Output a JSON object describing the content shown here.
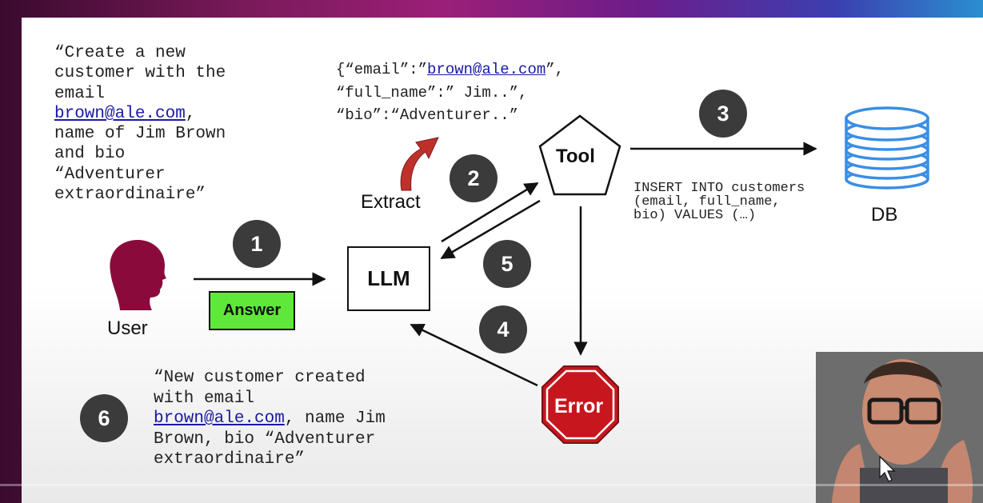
{
  "prompt_quote": {
    "line1": "“Create a new",
    "line2": "customer with the",
    "line3": "email",
    "email": "brown@ale.com",
    "line4_suffix": ",",
    "line5": "name of Jim Brown",
    "line6": "and bio",
    "line7": "“Adventurer",
    "line8": "extraordinaire”"
  },
  "json_payload": {
    "line1_prefix": "{“email”:”",
    "email": "brown@ale.com",
    "line1_suffix": "”,",
    "line2": "“full_name”:” Jim..”,",
    "line3": "“bio”:“Adventurer..”"
  },
  "sql_text": {
    "line1": "INSERT INTO customers",
    "line2": "(email, full_name,",
    "line3": "bio) VALUES (…)"
  },
  "result_quote": {
    "line1": "“New customer created",
    "line2": "with email",
    "email": "brown@ale.com",
    "line3_suffix": ", name Jim",
    "line4": "Brown, bio “Adventurer",
    "line5": "extraordinaire”"
  },
  "nodes": {
    "user": "User",
    "llm": "LLM",
    "tool": "Tool",
    "db": "DB",
    "error": "Error",
    "answer": "Answer",
    "extract": "Extract"
  },
  "steps": [
    "1",
    "2",
    "3",
    "4",
    "5",
    "6"
  ],
  "colors": {
    "user_head": "#8b0a3c",
    "answer_fill": "#5fe83a",
    "error_red": "#c8161e",
    "badge": "#3b3b3b",
    "db_blue": "#3a8ee6",
    "extract_arrow": "#c0302a"
  },
  "icons": {
    "user": "user-head-icon",
    "db": "database-icon",
    "error": "stop-sign-icon",
    "extract": "curved-arrow-icon",
    "tool": "pentagon-icon"
  }
}
